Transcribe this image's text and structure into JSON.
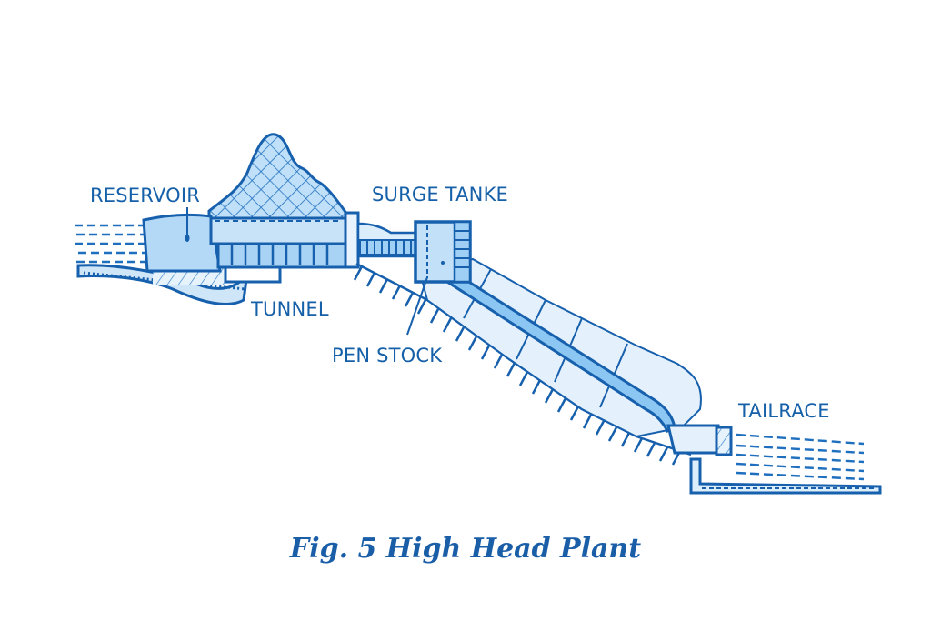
{
  "figure": {
    "caption": "Fig. 5 High Head Plant",
    "colors": {
      "stroke": "#1760ad",
      "fill_light": "#dcedfb",
      "fill_mid": "#b8dbf7",
      "fill_water": "#8cc6f2",
      "text": "#1560a8"
    }
  },
  "labels": {
    "reservoir": "RESERVOIR",
    "surge_tank": "SURGE TANKE",
    "tunnel": "TUNNEL",
    "penstock": "PEN STOCK",
    "tailrace": "TAILRACE"
  }
}
